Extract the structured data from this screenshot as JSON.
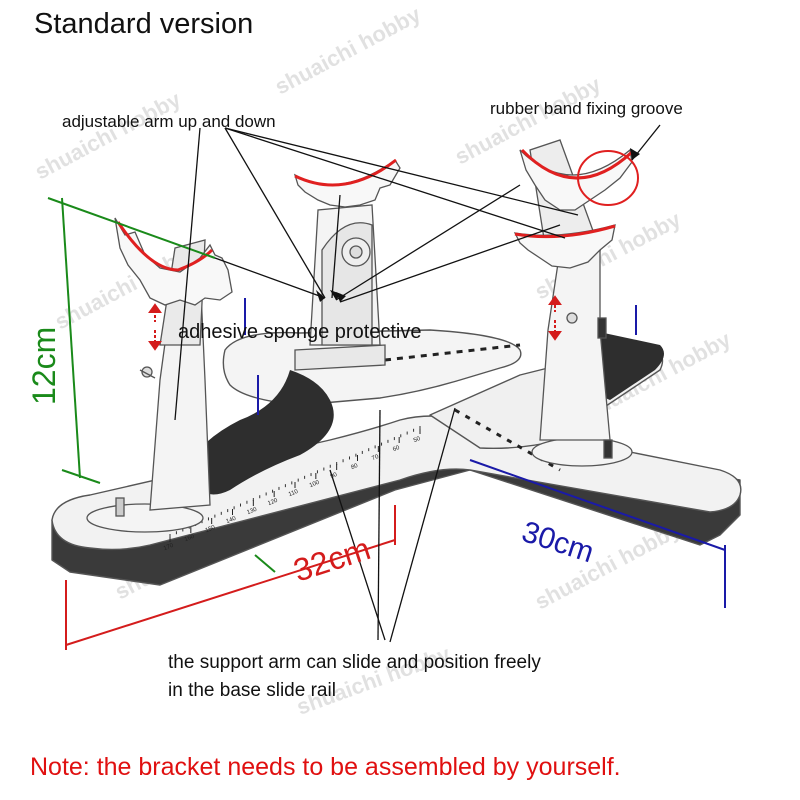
{
  "title": "Standard version",
  "labels": {
    "arm_up_down": "adjustable arm up and down",
    "rubber_band": "rubber band fixing groove",
    "sponge": "adhesive sponge protective",
    "slide_line1": "the support arm can slide and position freely",
    "slide_line2": "in the base slide rail"
  },
  "dimensions": {
    "height": "12cm",
    "length": "32cm",
    "width": "30cm"
  },
  "ruler_ticks": [
    "170",
    "160",
    "150",
    "140",
    "130",
    "120",
    "110",
    "100",
    "90",
    "80",
    "70",
    "60",
    "50"
  ],
  "note": "Note: the bracket needs to be assembled by yourself.",
  "watermark": "shuaichi hobby",
  "colors": {
    "height_line": "#1a8a1a",
    "length_line": "#d41c1c",
    "width_line": "#1a1aa8",
    "note_text": "#e01010",
    "cradle_red": "#e02020"
  }
}
